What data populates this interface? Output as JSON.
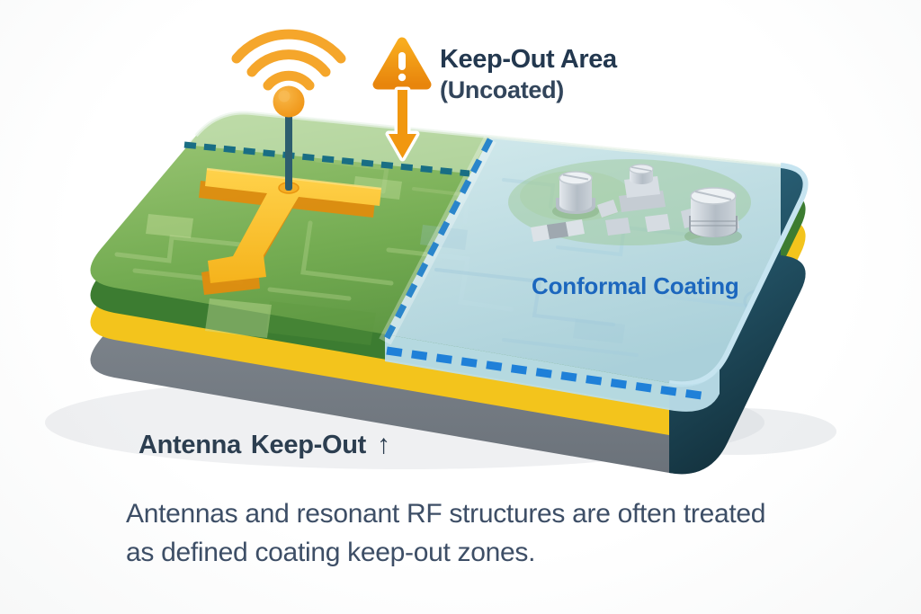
{
  "labels": {
    "keep_out_title": "Keep-Out Area",
    "keep_out_subtitle": "(Uncoated)",
    "coating_label": "Conformal Coating",
    "antenna_word": "Antenna",
    "keepout_word": "Keep-Out",
    "up_arrow": "↑",
    "caption_line1": "Antennas and resonant RF structures are often treated",
    "caption_line2": "as defined coating keep-out zones."
  },
  "icons": {
    "wifi_signal": "three-orange-arcs-over-ball-antenna",
    "warning_triangle": "orange-triangle-white-exclamation",
    "down_arrow": "orange-arrow-down",
    "up_arrow_glyph": "↑",
    "antenna_mast": "dark-teal-mast-with-orange-ball",
    "smd_components": "gray-capacitors-and-chips"
  },
  "colors": {
    "accent_orange": "#F09A12",
    "keepout_green": "#6FA84F",
    "coating_blue": "#C3E0EB",
    "boundary_dash_blue": "#1F80D8",
    "boundary_dash_teal": "#196E84",
    "layer_yellow": "#F3C41C",
    "layer_gray": "#7B828A",
    "heading_navy": "#23384F",
    "coating_text_blue": "#1C67BE",
    "caption_navy": "#3D4E66",
    "antenna_trace_yellow": "#FBBF2B"
  }
}
